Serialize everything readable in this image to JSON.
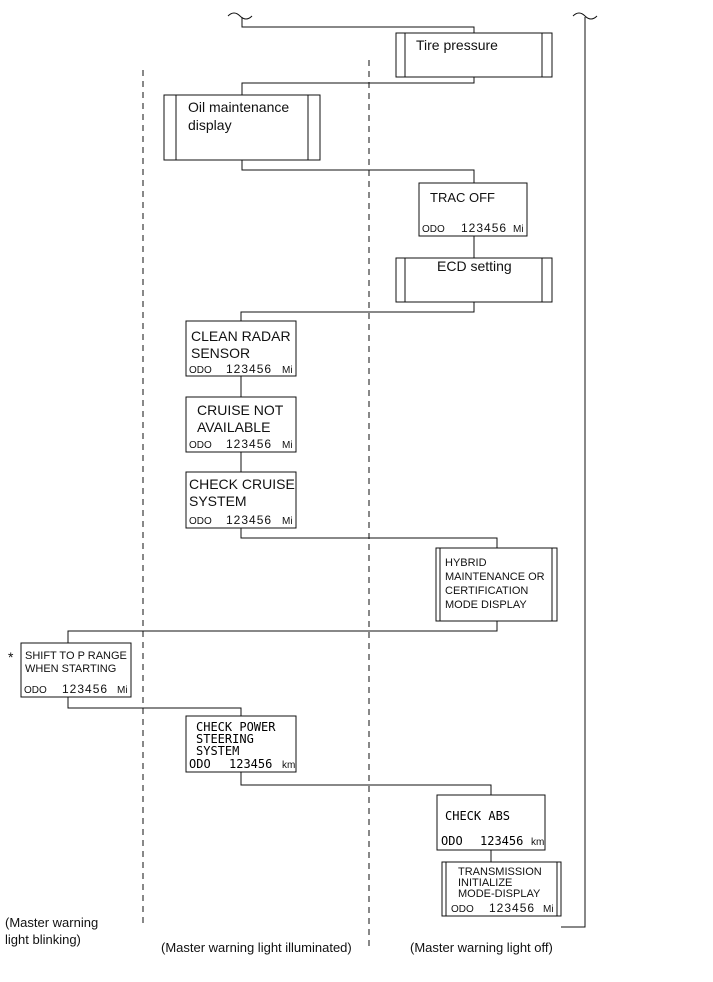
{
  "boxes": {
    "tire_pressure": {
      "lines": [
        "Tire pressure"
      ]
    },
    "oil_maintenance": {
      "lines": [
        "Oil maintenance",
        "display"
      ]
    },
    "trac_off": {
      "lines": [
        "TRAC  OFF"
      ],
      "odo_label": "ODO",
      "odo_value": "123456",
      "odo_unit": "Mi"
    },
    "ecd_setting": {
      "lines": [
        "ECD setting"
      ]
    },
    "clean_radar": {
      "lines": [
        "CLEAN RADAR",
        "SENSOR"
      ],
      "odo_label": "ODO",
      "odo_value": "123456",
      "odo_unit": "Mi"
    },
    "cruise_not_available": {
      "lines": [
        "CRUISE NOT",
        "AVAILABLE"
      ],
      "odo_label": "ODO",
      "odo_value": "123456",
      "odo_unit": "Mi"
    },
    "check_cruise": {
      "lines": [
        "CHECK CRUISE",
        "SYSTEM"
      ],
      "odo_label": "ODO",
      "odo_value": "123456",
      "odo_unit": "Mi"
    },
    "hybrid_maintenance": {
      "lines": [
        "HYBRID",
        "MAINTENANCE OR",
        "CERTIFICATION",
        "MODE DISPLAY"
      ]
    },
    "shift_to_p": {
      "lines": [
        "SHIFT TO P RANGE",
        "WHEN STARTING"
      ],
      "odo_label": "ODO",
      "odo_value": "123456",
      "odo_unit": "Mi"
    },
    "check_power_steering": {
      "lines": [
        "CHECK POWER",
        "STEERING",
        "SYSTEM"
      ],
      "odo_label": "ODO",
      "odo_value": "123456",
      "odo_unit": "km"
    },
    "check_abs": {
      "lines": [
        "CHECK  ABS"
      ],
      "odo_label": "ODO",
      "odo_value": "123456",
      "odo_unit": "km"
    },
    "transmission_initialize": {
      "lines": [
        "TRANSMISSION",
        "INITIALIZE",
        "MODE-DISPLAY"
      ],
      "odo_label": "ODO",
      "odo_value": "123456",
      "odo_unit": "Mi"
    }
  },
  "asterisk": "*",
  "columns": {
    "blinking": [
      "(Master warning",
      "light blinking)"
    ],
    "illuminated": "(Master warning light illuminated)",
    "off": "(Master warning light off)"
  }
}
